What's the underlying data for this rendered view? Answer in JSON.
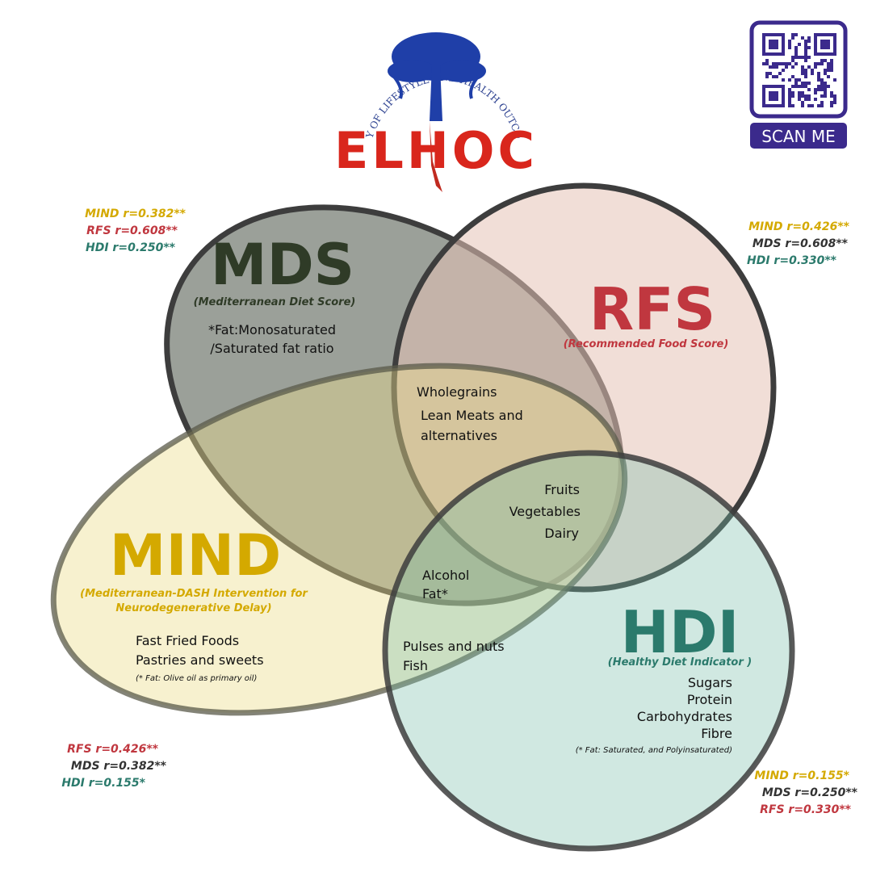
{
  "logo": {
    "arc_text": "EPIDEMIOLOGY OF LIFESTYLE AND HEALTH OUTCOMES IN CHILE",
    "word": "ELHOC"
  },
  "qr": {
    "label": "SCAN ME",
    "color": "#3b2a8c"
  },
  "colors": {
    "mds": "#2f3b27",
    "rfs": "#c0373f",
    "mind": "#d4a900",
    "hdi": "#2b7a6c",
    "dark": "#333333"
  },
  "mds": {
    "title": "MDS",
    "subtitle": "(Mediterranean Diet Score)",
    "note1": "*Fat:Monosaturated",
    "note2": "/Saturated fat ratio",
    "corr": [
      "MIND r=0.382**",
      "RFS r=0.608**",
      "HDI r=0.250**"
    ]
  },
  "rfs": {
    "title": "RFS",
    "subtitle": "(Recommended Food Score)",
    "corr": [
      "MIND r=0.426**",
      "MDS r=0.608**",
      "HDI r=0.330**"
    ]
  },
  "mind": {
    "title": "MIND",
    "subtitle1": "(Mediterranean-DASH Intervention for",
    "subtitle2": "Neurodegenerative Delay)",
    "items": [
      "Fast Fried Foods",
      "Pastries and sweets"
    ],
    "note": "(* Fat: Olive oil as primary oil)",
    "corr": [
      "RFS r=0.426**",
      "MDS r=0.382**",
      "HDI r=0.155*"
    ]
  },
  "hdi": {
    "title": "HDI",
    "subtitle": "(Healthy Diet Indicator )",
    "items": [
      "Sugars",
      "Protein",
      "Carbohydrates",
      "Fibre"
    ],
    "note": "(* Fat: Saturated, and Polyinsaturated)",
    "corr": [
      "MIND r=0.155*",
      "MDS r=0.250**",
      "RFS r=0.330**"
    ]
  },
  "overlaps": {
    "mds_rfs_mind": [
      "Wholegrains",
      "Lean Meats and",
      "alternatives"
    ],
    "all_center": [
      "Fruits",
      "Vegetables",
      "Dairy"
    ],
    "mind_hdi_mds": [
      "Alcohol",
      "Fat*"
    ],
    "mind_hdi": [
      "Pulses and nuts",
      "Fish"
    ]
  }
}
